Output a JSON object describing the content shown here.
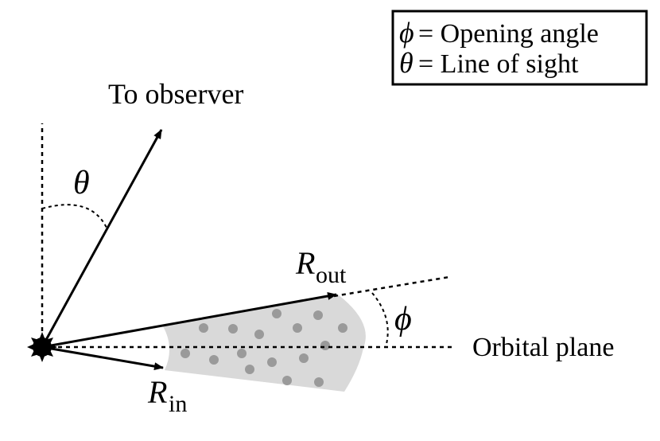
{
  "legend": {
    "phi_symbol": "ϕ",
    "phi_text": "= Opening angle",
    "theta_symbol": "θ",
    "theta_text": "= Line of sight"
  },
  "labels": {
    "observer": "To observer",
    "theta": "θ",
    "phi": "ϕ",
    "r_out_main": "R",
    "r_out_sub": "out",
    "r_in_main": "R",
    "r_in_sub": "in",
    "orbital_plane": "Orbital plane"
  },
  "colors": {
    "stroke": "#000000",
    "region_fill": "#d9d9d9",
    "dot_fill": "#9a9a9a"
  }
}
